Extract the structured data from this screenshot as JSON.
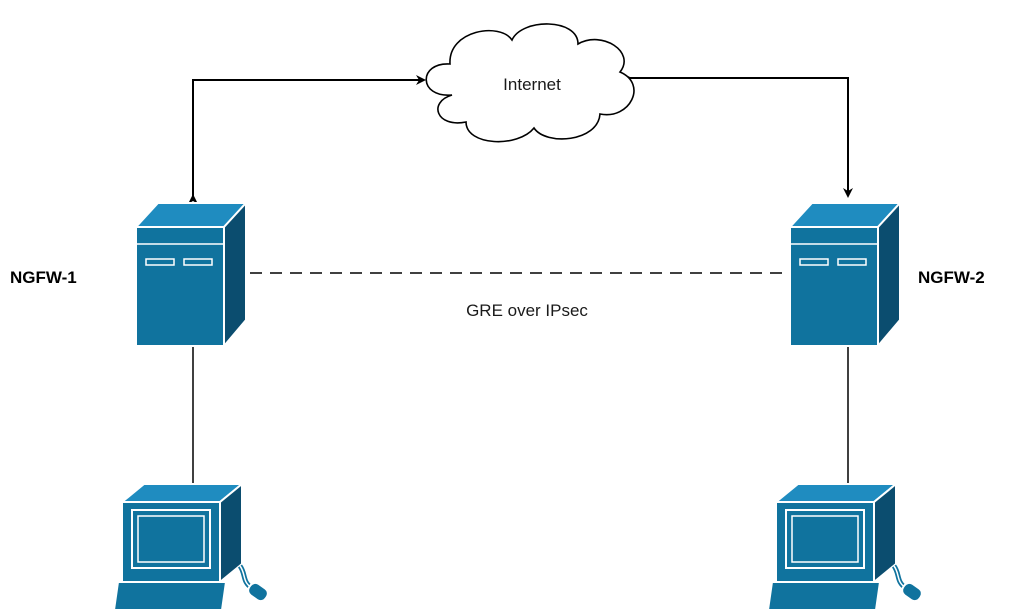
{
  "diagram": {
    "cloud_label": "Internet",
    "node_left_label": "NGFW-1",
    "node_right_label": "NGFW-2",
    "tunnel_label": "GRE over IPsec"
  },
  "colors": {
    "device_dark": "#0b4d6f",
    "device_mid": "#10739e",
    "device_light": "#1f8cc0",
    "line": "#000000",
    "screen_accent": "#e6f3f9"
  },
  "icons": {
    "cloud": "cloud-icon",
    "firewall": "server-tower-icon",
    "workstation": "desktop-computer-icon"
  }
}
